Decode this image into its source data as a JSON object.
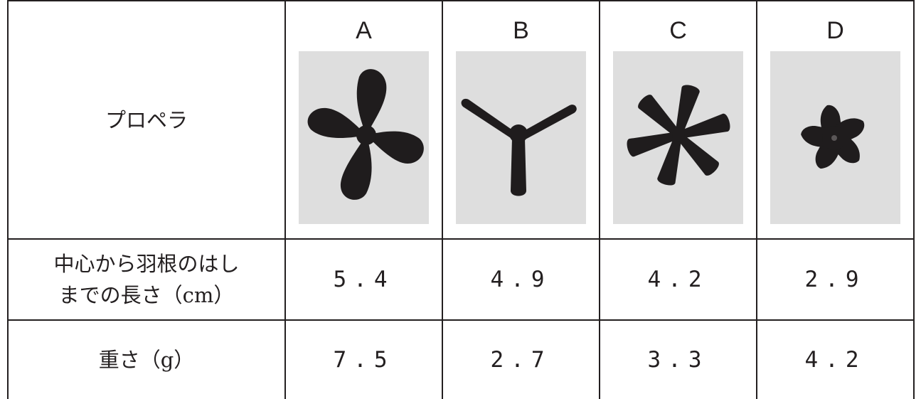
{
  "table": {
    "header_row": {
      "label": "プロペラ",
      "columns": [
        {
          "letter": "A",
          "icon": "four-blade-propeller-icon"
        },
        {
          "letter": "B",
          "icon": "three-blade-propeller-icon"
        },
        {
          "letter": "C",
          "icon": "six-blade-propeller-icon"
        },
        {
          "letter": "D",
          "icon": "five-blade-propeller-icon"
        }
      ]
    },
    "length_row": {
      "label_line1": "中心から羽根のはし",
      "label_line2": "までの長さ（cm）",
      "values": [
        "5.4",
        "4.9",
        "4.2",
        "2.9"
      ]
    },
    "weight_row": {
      "label": "重さ（g）",
      "values": [
        "7.5",
        "2.7",
        "3.3",
        "4.2"
      ]
    }
  },
  "colors": {
    "border": "#231f20",
    "photo_background": "#dedede",
    "propeller": "#1f1c1d"
  }
}
